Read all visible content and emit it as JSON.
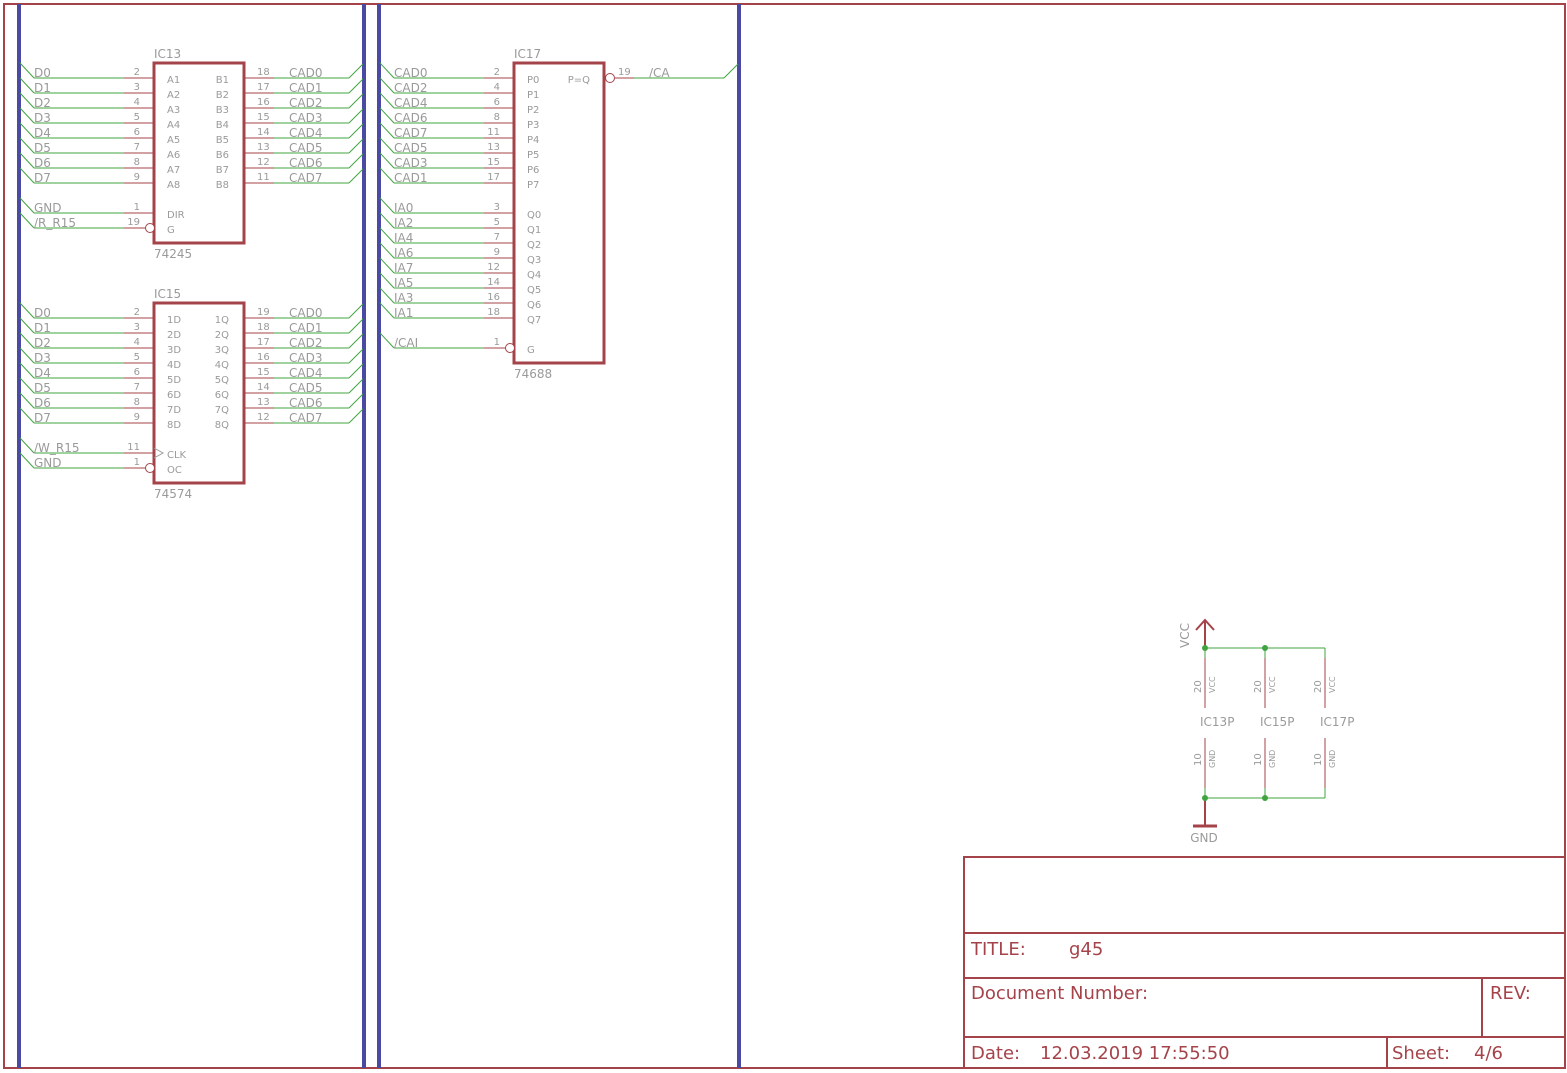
{
  "colors": {
    "frame": "#a5434a",
    "bus": "#4a4aa5",
    "wire": "#3fa43f",
    "pin": "#a5434a",
    "text": "#9a9a9a"
  },
  "ics": [
    {
      "ref": "IC13",
      "value": "74245",
      "left": [
        {
          "net": "D0",
          "pin": "2",
          "name": "A1"
        },
        {
          "net": "D1",
          "pin": "3",
          "name": "A2"
        },
        {
          "net": "D2",
          "pin": "4",
          "name": "A3"
        },
        {
          "net": "D3",
          "pin": "5",
          "name": "A4"
        },
        {
          "net": "D4",
          "pin": "6",
          "name": "A5"
        },
        {
          "net": "D5",
          "pin": "7",
          "name": "A6"
        },
        {
          "net": "D6",
          "pin": "8",
          "name": "A7"
        },
        {
          "net": "D7",
          "pin": "9",
          "name": "A8"
        }
      ],
      "control": [
        {
          "net": "GND",
          "pin": "1",
          "name": "DIR",
          "bubble": false
        },
        {
          "net": "/R_R15",
          "pin": "19",
          "name": "G",
          "bubble": true
        }
      ],
      "right": [
        {
          "net": "CAD0",
          "pin": "18",
          "name": "B1"
        },
        {
          "net": "CAD1",
          "pin": "17",
          "name": "B2"
        },
        {
          "net": "CAD2",
          "pin": "16",
          "name": "B3"
        },
        {
          "net": "CAD3",
          "pin": "15",
          "name": "B4"
        },
        {
          "net": "CAD4",
          "pin": "14",
          "name": "B5"
        },
        {
          "net": "CAD5",
          "pin": "13",
          "name": "B6"
        },
        {
          "net": "CAD6",
          "pin": "12",
          "name": "B7"
        },
        {
          "net": "CAD7",
          "pin": "11",
          "name": "B8"
        }
      ]
    },
    {
      "ref": "IC15",
      "value": "74574",
      "left": [
        {
          "net": "D0",
          "pin": "2",
          "name": "1D"
        },
        {
          "net": "D1",
          "pin": "3",
          "name": "2D"
        },
        {
          "net": "D2",
          "pin": "4",
          "name": "3D"
        },
        {
          "net": "D3",
          "pin": "5",
          "name": "4D"
        },
        {
          "net": "D4",
          "pin": "6",
          "name": "5D"
        },
        {
          "net": "D5",
          "pin": "7",
          "name": "6D"
        },
        {
          "net": "D6",
          "pin": "8",
          "name": "7D"
        },
        {
          "net": "D7",
          "pin": "9",
          "name": "8D"
        }
      ],
      "control": [
        {
          "net": "/W_R15",
          "pin": "11",
          "name": "CLK",
          "clock": true
        },
        {
          "net": "GND",
          "pin": "1",
          "name": "OC",
          "bubble": true
        }
      ],
      "right": [
        {
          "net": "CAD0",
          "pin": "19",
          "name": "1Q"
        },
        {
          "net": "CAD1",
          "pin": "18",
          "name": "2Q"
        },
        {
          "net": "CAD2",
          "pin": "17",
          "name": "3Q"
        },
        {
          "net": "CAD3",
          "pin": "16",
          "name": "4Q"
        },
        {
          "net": "CAD4",
          "pin": "15",
          "name": "5Q"
        },
        {
          "net": "CAD5",
          "pin": "14",
          "name": "6Q"
        },
        {
          "net": "CAD6",
          "pin": "13",
          "name": "7Q"
        },
        {
          "net": "CAD7",
          "pin": "12",
          "name": "8Q"
        }
      ]
    },
    {
      "ref": "IC17",
      "value": "74688",
      "left": [
        {
          "net": "CAD0",
          "pin": "2",
          "name": "P0"
        },
        {
          "net": "CAD2",
          "pin": "4",
          "name": "P1"
        },
        {
          "net": "CAD4",
          "pin": "6",
          "name": "P2"
        },
        {
          "net": "CAD6",
          "pin": "8",
          "name": "P3"
        },
        {
          "net": "CAD7",
          "pin": "11",
          "name": "P4"
        },
        {
          "net": "CAD5",
          "pin": "13",
          "name": "P5"
        },
        {
          "net": "CAD3",
          "pin": "15",
          "name": "P6"
        },
        {
          "net": "CAD1",
          "pin": "17",
          "name": "P7"
        }
      ],
      "left2": [
        {
          "net": "IA0",
          "pin": "3",
          "name": "Q0"
        },
        {
          "net": "IA2",
          "pin": "5",
          "name": "Q1"
        },
        {
          "net": "IA4",
          "pin": "7",
          "name": "Q2"
        },
        {
          "net": "IA6",
          "pin": "9",
          "name": "Q3"
        },
        {
          "net": "IA7",
          "pin": "12",
          "name": "Q4"
        },
        {
          "net": "IA5",
          "pin": "14",
          "name": "Q5"
        },
        {
          "net": "IA3",
          "pin": "16",
          "name": "Q6"
        },
        {
          "net": "IA1",
          "pin": "18",
          "name": "Q7"
        }
      ],
      "control": [
        {
          "net": "/CAI",
          "pin": "1",
          "name": "G",
          "bubble": true
        }
      ],
      "output": {
        "net": "/CA",
        "pin": "19",
        "name": "P=Q"
      }
    }
  ],
  "power": {
    "supply": "VCC",
    "ground": "GND",
    "parts": [
      {
        "ref": "IC13P",
        "vcc_pin": "20",
        "vcc_name": "VCC",
        "gnd_pin": "10",
        "gnd_name": "GND"
      },
      {
        "ref": "IC15P",
        "vcc_pin": "20",
        "vcc_name": "VCC",
        "gnd_pin": "10",
        "gnd_name": "GND"
      },
      {
        "ref": "IC17P",
        "vcc_pin": "20",
        "vcc_name": "VCC",
        "gnd_pin": "10",
        "gnd_name": "GND"
      }
    ]
  },
  "title_block": {
    "title_label": "TITLE:",
    "title": "g45",
    "docnum_label": "Document Number:",
    "rev_label": "REV:",
    "date_label": "Date:",
    "date": "12.03.2019 17:55:50",
    "sheet_label": "Sheet:",
    "sheet": "4/6"
  }
}
